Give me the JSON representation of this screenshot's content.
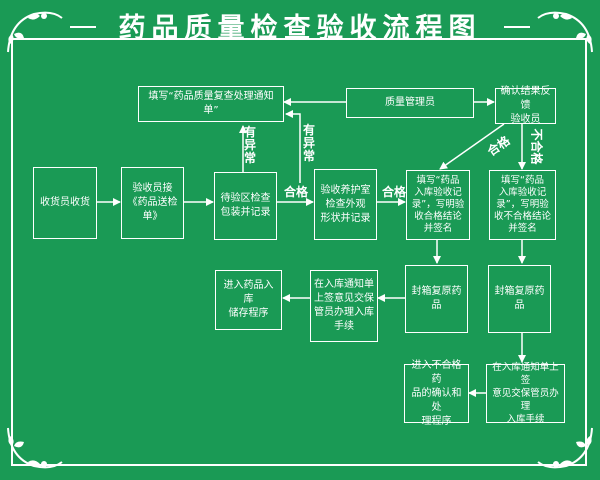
{
  "title": "药品质量检查验收流程图",
  "nodes": {
    "receiver": "收货员收货",
    "inspector_receive": "验收员接\n《药品送检单》",
    "pending_area": "待验区检查\n包装并记录",
    "room_check": "验收养护室\n检查外观\n形状并记录",
    "fill_ok": "填写“药品\n入库验收记\n录”，写明验\n收合格结论\n并签名",
    "fill_fail": "填写“药品\n入库验收记\n录”，写明验\n收不合格结论\n并签名",
    "fill_review_notice": "填写“药品质量复查处理通知单”",
    "quality_manager": "质量管理员",
    "confirm_feedback": "确认结果反馈\n验收员",
    "seal_ok": "封箱复原药品",
    "seal_fail": "封箱复原药品",
    "warehouse_sign": "在入库通知单\n上签意见交保\n管员办理入库\n手续",
    "enter_storage": "进入药品入库\n储存程序",
    "warehouse_sign_fail": "在入库通知单上签\n意见交保管员办理\n入库手续",
    "nonconforming": "进入不合格药\n品的确认和处\n理程序"
  },
  "labels": {
    "abnormal_1": "有\n异\n常",
    "abnormal_2": "有\n异\n常",
    "pass_1": "合格",
    "pass_2": "合格",
    "pass_diag": "合格",
    "fail_diag": "不合格"
  }
}
